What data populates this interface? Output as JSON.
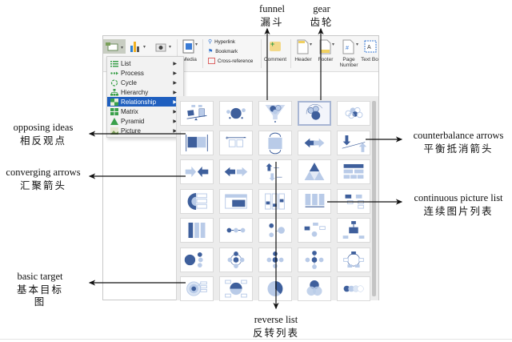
{
  "ribbon": {
    "buttons": [
      {
        "name": "smartart",
        "label": ""
      },
      {
        "name": "chart",
        "label": ""
      },
      {
        "name": "screenshot",
        "label": ""
      },
      {
        "name": "media",
        "label": "Media"
      },
      {
        "name": "comment",
        "label": "Comment"
      },
      {
        "name": "header",
        "label": "Header"
      },
      {
        "name": "footer",
        "label": "Footer"
      },
      {
        "name": "page-number",
        "label": "Page Number"
      },
      {
        "name": "text-box",
        "label": "Text Bo"
      }
    ],
    "links": [
      {
        "label": "Hyperlink"
      },
      {
        "label": "Bookmark"
      },
      {
        "label": "Cross-reference"
      }
    ]
  },
  "menu": {
    "items": [
      {
        "label": "List",
        "selected": false
      },
      {
        "label": "Process",
        "selected": false
      },
      {
        "label": "Cycle",
        "selected": false
      },
      {
        "label": "Hierarchy",
        "selected": false
      },
      {
        "label": "Relationship",
        "selected": true
      },
      {
        "label": "Matrix",
        "selected": false
      },
      {
        "label": "Pyramid",
        "selected": false
      },
      {
        "label": "Picture",
        "selected": false
      }
    ],
    "submenu_arrow": "▶"
  },
  "gallery": {
    "category": "Relationship",
    "selected_index": 3,
    "thumbnails": [
      "balance",
      "basic-radial",
      "funnel",
      "gear",
      "hexagon-cluster",
      "opposing-ideas",
      "plus-minus",
      "cycle-matrix",
      "opposing-arrows",
      "counterbalance-arrows",
      "converging-arrows",
      "diverging-arrows",
      "reverse-list",
      "segmented-pyramid",
      "table-hierarchy",
      "nested-target-list",
      "grouped-list",
      "stacked-list",
      "continuous-picture-list",
      "hierarchy-list",
      "vertical-bracket-list",
      "linear-venn",
      "equation",
      "converging-radial",
      "radial-cluster",
      "circle-relationship",
      "radial-venn",
      "basic-radial-cross",
      "diverging-radial",
      "circle-arrow-process",
      "basic-target",
      "segmented-matrix",
      "basic-pie",
      "basic-venn",
      "linear-venn-horizontal"
    ]
  },
  "annotations": [
    {
      "id": "funnel",
      "en": "funnel",
      "zh": "漏斗"
    },
    {
      "id": "gear",
      "en": "gear",
      "zh": "齿轮"
    },
    {
      "id": "opposing",
      "en": "opposing ideas",
      "zh": "相反观点"
    },
    {
      "id": "converging",
      "en": "converging arrows",
      "zh": "汇聚箭头"
    },
    {
      "id": "counterbalance",
      "en": "counterbalance arrows",
      "zh": "平衡抵消箭头"
    },
    {
      "id": "continuous",
      "en": "continuous picture list",
      "zh": "连续图片列表"
    },
    {
      "id": "target",
      "en": "basic target",
      "zh": "基本目标图"
    },
    {
      "id": "reverse",
      "en": "reverse list",
      "zh": "反转列表"
    }
  ],
  "colors": {
    "dark_blue": "#3e5f9c",
    "light_blue": "#b9cbe8",
    "selection": "#1f5fbf"
  }
}
